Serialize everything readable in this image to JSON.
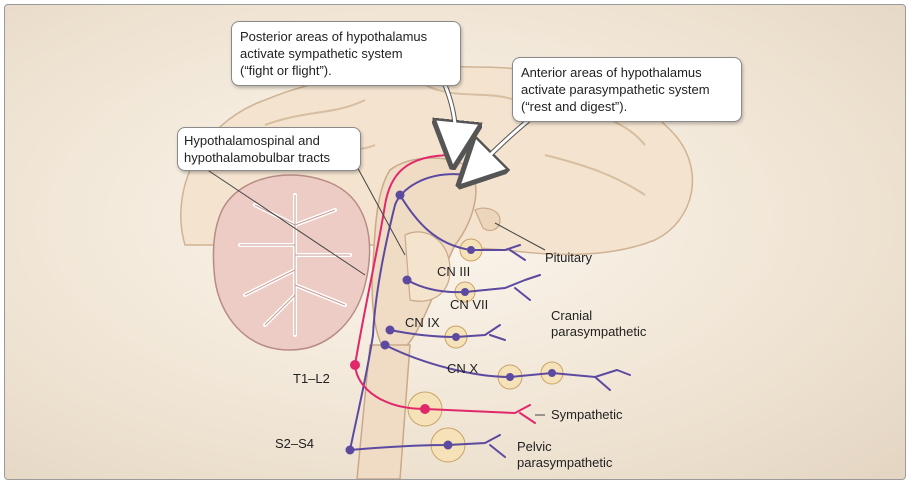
{
  "callouts": {
    "posterior": {
      "lines": [
        "Posterior areas of hypothalamus",
        "activate sympathetic system",
        "(“fight or flight”)."
      ]
    },
    "anterior": {
      "lines": [
        "Anterior areas of hypothalamus",
        "activate parasympathetic system",
        "(“rest and digest”)."
      ]
    },
    "tracts": {
      "lines": [
        "Hypothalamospinal and",
        "hypothalamobulbar tracts"
      ]
    }
  },
  "labels": {
    "pituitary": "Pituitary",
    "cn_iii": "CN III",
    "cn_vii": "CN VII",
    "cn_ix": "CN IX",
    "cn_x": "CN X",
    "cranial_line1": "Cranial",
    "cranial_line2": "parasympathetic",
    "t1_l2": "T1–L2",
    "sympathetic": "Sympathetic",
    "s2_s4": "S2–S4",
    "pelvic_line1": "Pelvic",
    "pelvic_line2": "parasympathetic"
  },
  "colors": {
    "parasympathetic": "#5b4aa0",
    "sympathetic": "#e0286a",
    "tissue": "#f0dcc4",
    "tissue_outline": "#c9a988",
    "cerebellum": "#ecccc4",
    "ganglion": "#f6e2b8"
  }
}
